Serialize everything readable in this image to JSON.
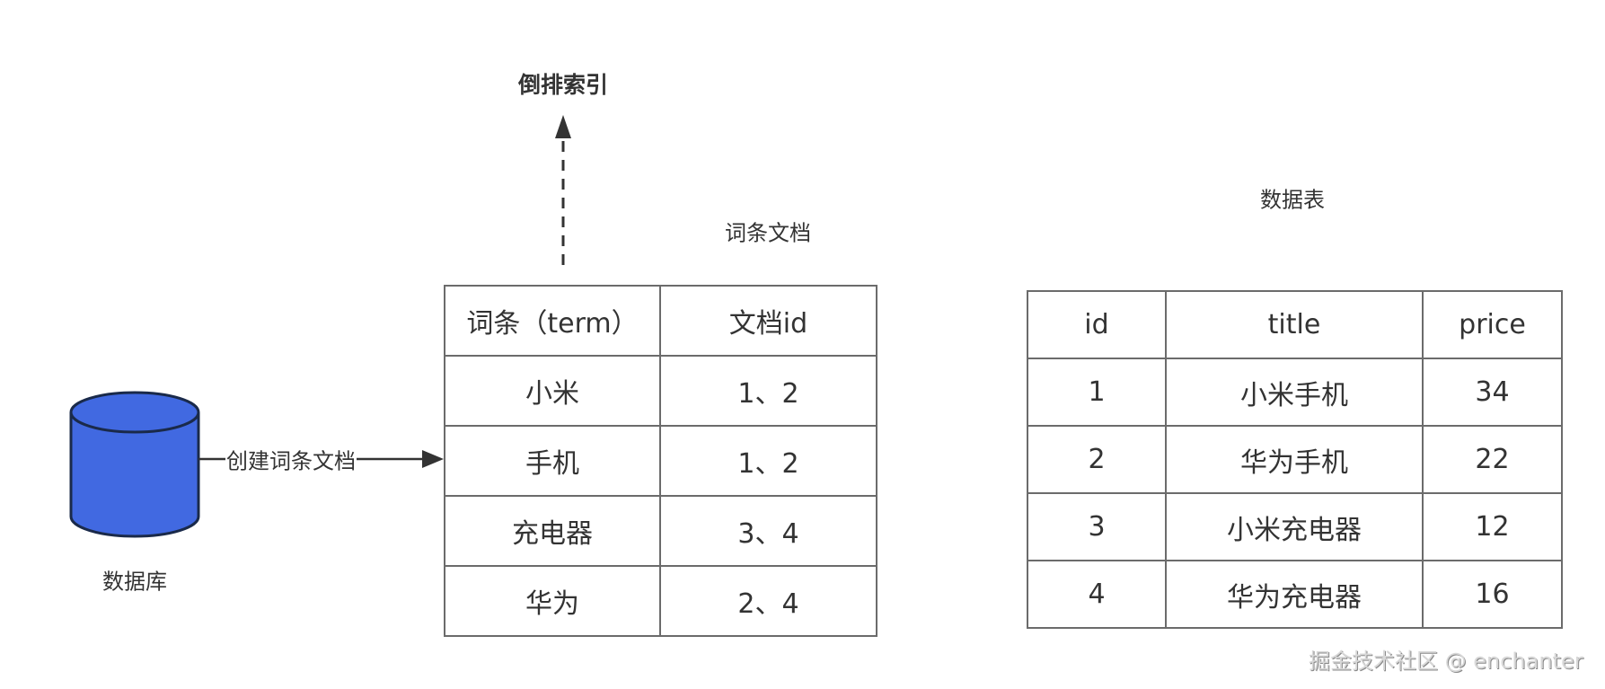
{
  "diagram": {
    "title": "倒排索引",
    "database": {
      "label": "数据库",
      "fill_color": "#4169E1",
      "stroke_color": "#1A2A4A"
    },
    "edge": {
      "label": "创建词条文档"
    },
    "term_table": {
      "caption": "词条文档",
      "headers": [
        "词条（term）",
        "文档id"
      ],
      "rows": [
        [
          "小米",
          "1、2"
        ],
        [
          "手机",
          "1、2"
        ],
        [
          "充电器",
          "3、4"
        ],
        [
          "华为",
          "2、4"
        ]
      ]
    },
    "data_table": {
      "caption": "数据表",
      "headers": [
        "id",
        "title",
        "price"
      ],
      "rows": [
        [
          "1",
          "小米手机",
          "34"
        ],
        [
          "2",
          "华为手机",
          "22"
        ],
        [
          "3",
          "小米充电器",
          "12"
        ],
        [
          "4",
          "华为充电器",
          "16"
        ]
      ]
    },
    "watermark": "掘金技术社区 @ enchanter"
  }
}
